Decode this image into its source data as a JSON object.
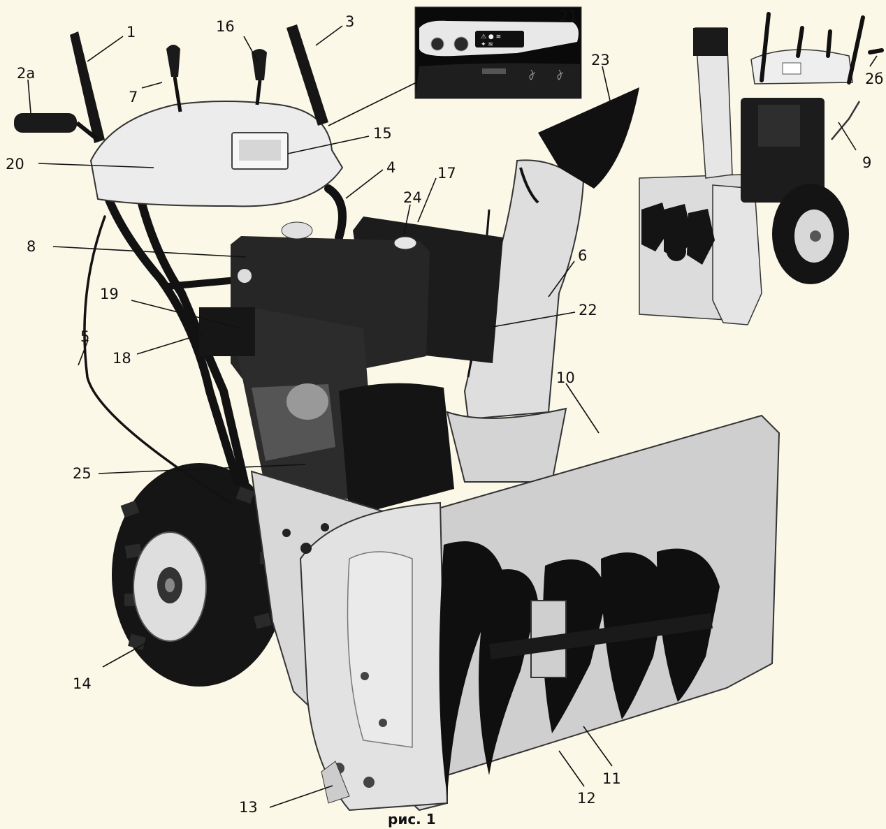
{
  "figure": {
    "caption": "рис. 1",
    "callouts": {
      "c1": "1",
      "c2a": "2а",
      "c3": "3",
      "c4": "4",
      "c5": "5",
      "c6": "6",
      "c7": "7",
      "c8": "8",
      "c9": "9",
      "c10": "10",
      "c11": "11",
      "c12": "12",
      "c13": "13",
      "c14": "14",
      "c15": "15",
      "c16": "16",
      "c17": "17",
      "c18": "18",
      "c19": "19",
      "c20": "20",
      "c21": "21",
      "c22": "22",
      "c23": "23",
      "c24": "24",
      "c25": "25",
      "c26": "2б"
    }
  },
  "colors": {
    "background": "#fbf8e8",
    "housing": "#d9d9d9",
    "engine": "#1c1c1c",
    "tire": "#151515",
    "panel": "#0c0c0c"
  }
}
